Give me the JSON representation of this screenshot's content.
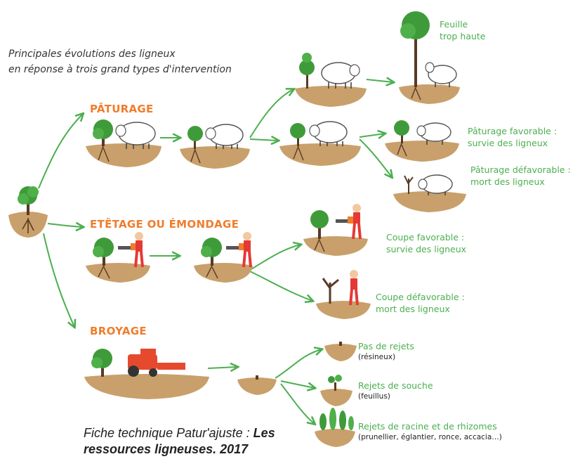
{
  "intro": {
    "line1": "Principales évolutions des ligneux",
    "line2": "en réponse à trois grand types d'intervention"
  },
  "sections": {
    "paturage": "PÂTURAGE",
    "etetage": "ETÊTAGE OU ÉMONDAGE",
    "broyage": "BROYAGE"
  },
  "outcomes": {
    "feuille_1": "Feuille",
    "feuille_2": "trop haute",
    "pat_fav_1": "Pâturage favorable :",
    "pat_fav_2": "survie des ligneux",
    "pat_defav_1": "Pâturage défavorable :",
    "pat_defav_2": "mort des ligneux",
    "coupe_fav_1": "Coupe favorable :",
    "coupe_fav_2": "survie des ligneux",
    "coupe_defav_1": "Coupe défavorable :",
    "coupe_defav_2": "mort des ligneux",
    "rejets_1": "Pas de rejets",
    "rejets_1_sub": "(résineux)",
    "rejets_2": "Rejets de souche",
    "rejets_2_sub": "(feuillus)",
    "rejets_3": "Rejets de racine et de rhizomes",
    "rejets_3_sub": "(prunellier, églantier, ronce, accacia…)"
  },
  "caption": {
    "prefix": "Fiche technique Patur'ajuste : ",
    "bold_1": "Les",
    "bold_2": "ressources ligneuses. 2017"
  },
  "colors": {
    "arrow": "#4caf50",
    "soil": "#c9a06b",
    "tree": "#3f9b3a",
    "section": "#f07d2c",
    "outcome": "#4caf50"
  }
}
